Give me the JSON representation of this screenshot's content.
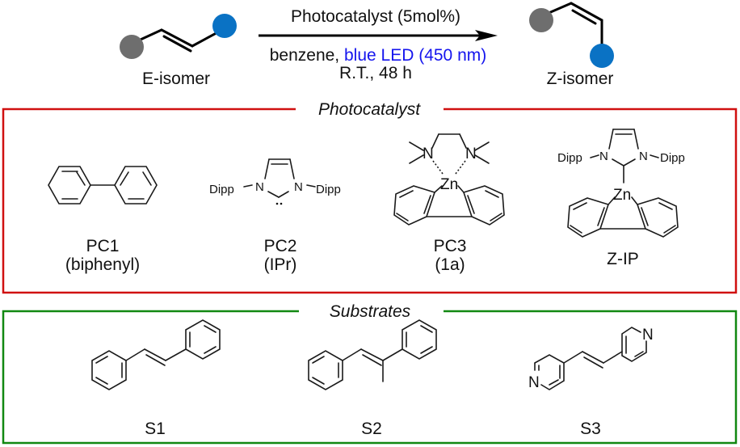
{
  "reaction": {
    "reactant_label": "E-isomer",
    "product_label": "Z-isomer",
    "condition_top": "Photocatalyst (5mol%)",
    "condition_solvent": "benzene, ",
    "condition_light": "blue LED (450 nm)",
    "condition_time": "R.T., 48 h",
    "colors": {
      "gray_group": "#6e6e6e",
      "blue_group": "#0a72c4",
      "light_text": "#1515ee"
    }
  },
  "photocatalyst_panel": {
    "title": "Photocatalyst",
    "frame_color": "#d01010",
    "items": [
      {
        "name": "PC1",
        "subname": "(biphenyl)"
      },
      {
        "name": "PC2",
        "subname": "(IPr)",
        "atoms": {
          "n": "N",
          "sub": "Dipp"
        }
      },
      {
        "name": "PC3",
        "subname": "(1a)",
        "atoms": {
          "n": "N",
          "metal": "Zn"
        }
      },
      {
        "name": "Z-IP",
        "subname": "",
        "atoms": {
          "n": "N",
          "sub": "Dipp",
          "metal": "Zn"
        }
      }
    ]
  },
  "substrates_panel": {
    "title": "Substrates",
    "frame_color": "#118811",
    "items": [
      {
        "name": "S1"
      },
      {
        "name": "S2"
      },
      {
        "name": "S3",
        "atoms": {
          "n": "N"
        }
      }
    ]
  }
}
